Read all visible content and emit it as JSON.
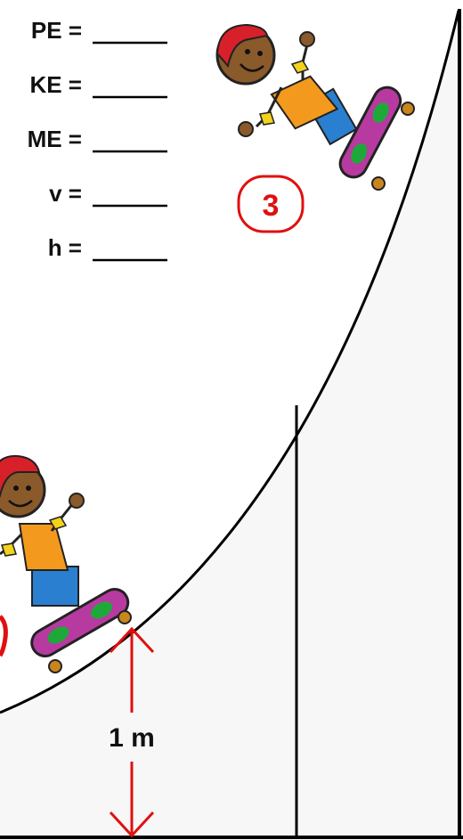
{
  "energy_form": {
    "rows": [
      {
        "label": "PE ="
      },
      {
        "label": "KE ="
      },
      {
        "label": "ME ="
      },
      {
        "label": "v ="
      },
      {
        "label": "h ="
      }
    ]
  },
  "position_badge": "3",
  "height_marker": "1 m",
  "colors": {
    "ramp_stroke": "#000000",
    "ramp_fill": "#f8f8f8",
    "accent_red": "#e01010",
    "helmet": "#d8202a",
    "shirt": "#f39a1e",
    "pants": "#2a7fd0",
    "board": "#b73aa0",
    "board_patch": "#1fa83a",
    "skin": "#8a5a2b",
    "hands": "#f2d21b"
  }
}
